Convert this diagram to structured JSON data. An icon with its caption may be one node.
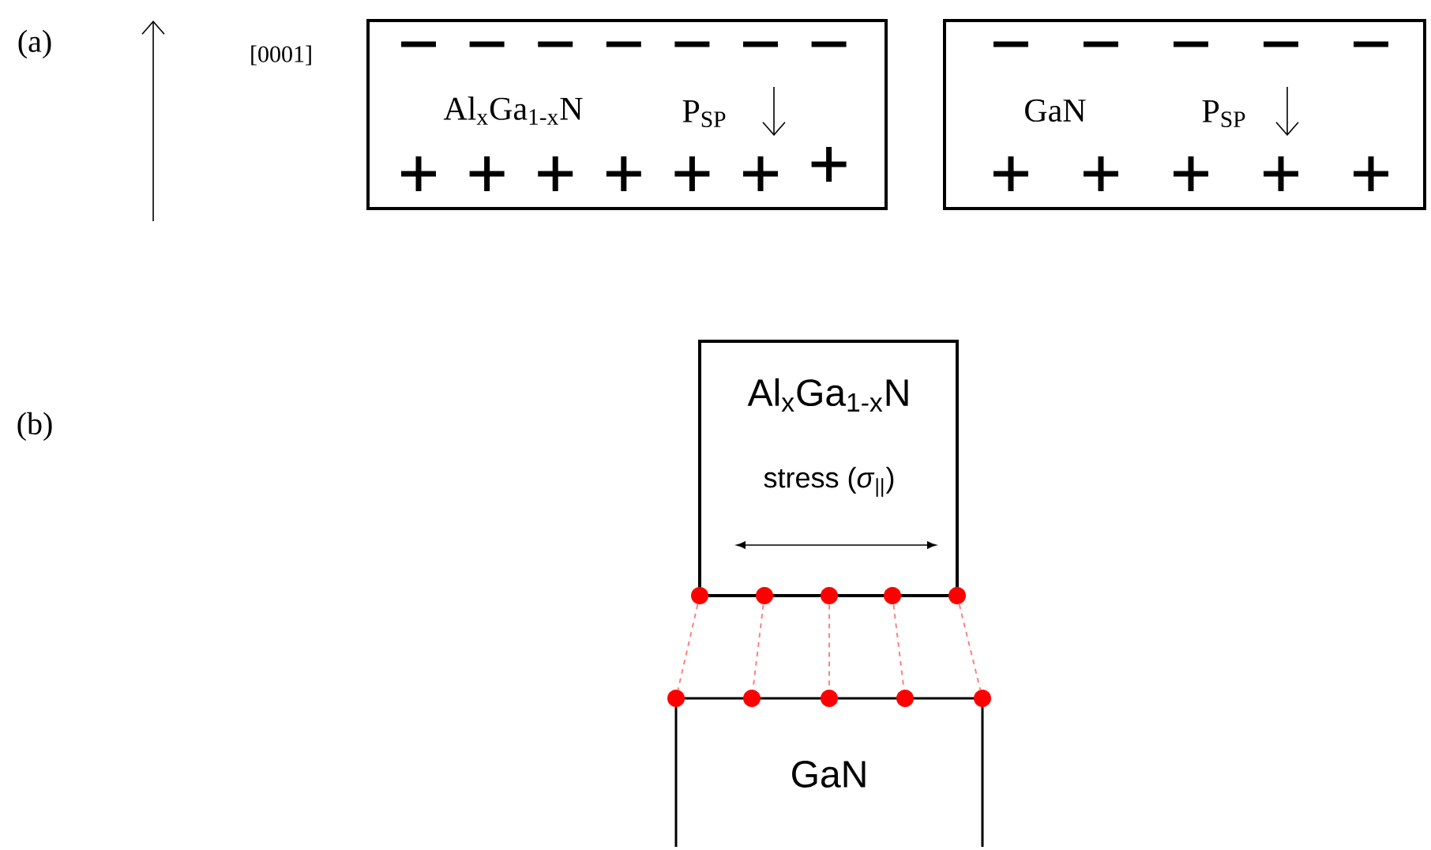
{
  "diagram": {
    "nodes": [
      {
        "text": [
          "Al$_{x}$Ga$_{1-x}$N",
          "P$_{SP}$"
        ]
      },
      {
        "text": [
          "GaN",
          "P$_{SP}$"
        ]
      },
      {
        "text": [
          "Al$_{x}$Ga$_{1-x}$N",
          "stress (*σ*$_{||}$)"
        ]
      },
      {
        "text": [
          "GaN"
        ]
      },
      {
        "text": [],
        "shape": "circle"
      },
      {
        "text": [],
        "shape": "circle"
      },
      {
        "text": [],
        "shape": "circle"
      },
      {
        "text": [],
        "shape": "circle"
      },
      {
        "text": [],
        "shape": "circle"
      },
      {
        "text": [],
        "shape": "circle"
      },
      {
        "text": [],
        "shape": "circle"
      },
      {
        "text": [],
        "shape": "circle"
      },
      {
        "text": [],
        "shape": "circle"
      },
      {
        "text": [],
        "shape": "circle"
      }
    ],
    "edges": [
      {
        "from": 4,
        "to": 9,
        "arrow": "none",
        "style": "dashed",
        "color": "#ff8080"
      },
      {
        "from": 5,
        "to": 10,
        "arrow": "none",
        "style": "dashed",
        "color": "#ff8080"
      },
      {
        "from": 6,
        "to": 11,
        "arrow": "none",
        "style": "dashed",
        "color": "#ff8080"
      },
      {
        "from": 7,
        "to": 12,
        "arrow": "none",
        "style": "dashed",
        "color": "#ff8080"
      },
      {
        "from": 8,
        "to": 13,
        "arrow": "none",
        "style": "dashed",
        "color": "#ff8080"
      }
    ],
    "labels": [
      "(a)",
      "[0001]",
      "(b)"
    ]
  }
}
